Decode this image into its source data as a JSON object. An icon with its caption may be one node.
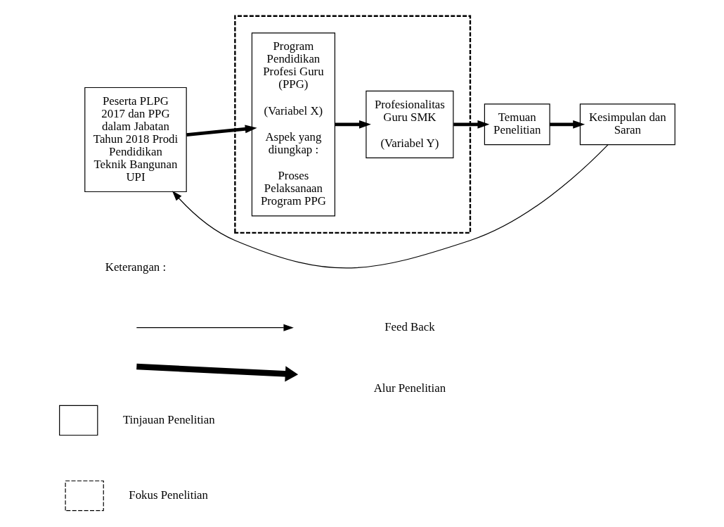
{
  "diagram": {
    "nodes": [
      {
        "text": [
          "Peserta PLPG 2017 dan PPG dalam Jabatan Tahun 2018 Prodi Pendidikan Teknik Bangunan UPI"
        ]
      },
      {
        "text": [],
        "shape": "box"
      },
      {
        "text": [
          "Program Pendidikan Profesi Guru (PPG)",
          "(Variabel X)",
          "Aspek yang diungkap :",
          "Proses Pelaksanaan Program PPG"
        ],
        "in": 1
      },
      {
        "text": [
          "Profesionalitas Guru SMK",
          "(Variabel Y)"
        ],
        "in": 1
      },
      {
        "text": [
          "Temuan Penelitian"
        ]
      },
      {
        "text": [
          "Kesimpulan dan Saran"
        ]
      }
    ],
    "edges": [
      {
        "from": 0,
        "to": 2,
        "arrow": "to"
      },
      {
        "from": 2,
        "to": 3,
        "arrow": "to"
      },
      {
        "from": 3,
        "to": 4,
        "arrow": "to"
      },
      {
        "from": 4,
        "to": 5,
        "arrow": "to"
      },
      {
        "from": 5,
        "to": 0,
        "arrow": "to"
      }
    ],
    "labels": [
      "Keterangan :"
    ],
    "legend": [
      {
        "text": "Feed Back"
      },
      {
        "text": "Alur Penelitian"
      },
      {
        "text": "Tinjauan Penelitian"
      },
      {
        "text": "Fokus Penelitian"
      }
    ]
  }
}
